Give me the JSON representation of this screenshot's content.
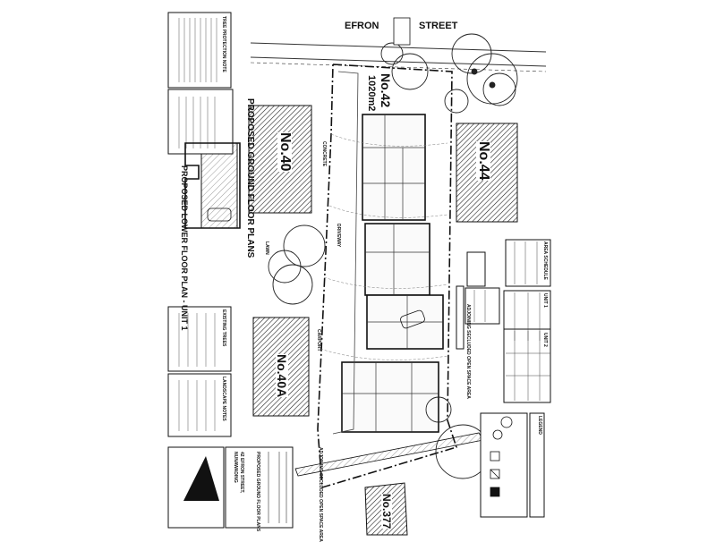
{
  "street": {
    "name_part1": "EFRON",
    "name_part2": "STREET"
  },
  "lots": {
    "subject": {
      "number": "No.42",
      "area": "1020m2"
    },
    "north": {
      "number": "No.40"
    },
    "south": {
      "number": "No.44"
    },
    "rear_left": {
      "number": "No.40A"
    },
    "rear_right": {
      "number": "No.377"
    }
  },
  "plan_titles": {
    "ground_floor": "PROPOSED GROUND FLOOR PLANS",
    "lower_floor": "PROPOSED LOWER FLOOR PLAN - UNIT 1"
  },
  "areas": {
    "open_space": "ADJOINING SECLUDED OPEN SPACE AREA",
    "open_space_2": "ADJOINING SECLUDED OPEN SPACE AREA"
  },
  "labels": {
    "concrete": "CONCRETE",
    "lawn": "LAWN",
    "carport": "CARPORT",
    "driveway": "DRIVEWAY"
  },
  "tables": {
    "areas_schedule": "AREA SCHEDULE",
    "unit1": "UNIT 1",
    "unit2": "UNIT 2",
    "legend": "LEGEND"
  },
  "title_block": {
    "address_line1": "42 EFRON STREET,",
    "address_line2": "NUNAWADING",
    "drawing_name": "PROPOSED GROUND FLOOR PLANS"
  },
  "notes": {
    "tree_protection": "TREE PROTECTION NOTE",
    "existing_trees": "EXISTING TREES",
    "landscape": "LANDSCAPE NOTES"
  }
}
